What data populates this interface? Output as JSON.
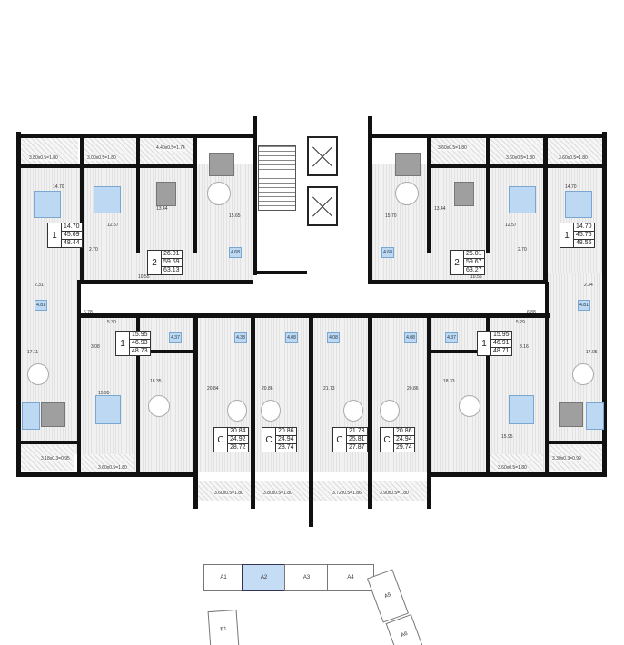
{
  "apartments": [
    {
      "id": "top-left-1",
      "rooms": "1",
      "values": [
        "14.70",
        "45.69",
        "48.44"
      ]
    },
    {
      "id": "top-2-left",
      "rooms": "2",
      "values": [
        "26.01",
        "59.59",
        "63.13"
      ]
    },
    {
      "id": "top-2-right",
      "rooms": "2",
      "values": [
        "26.01",
        "59.67",
        "63.27"
      ]
    },
    {
      "id": "top-right-1",
      "rooms": "1",
      "values": [
        "14.70",
        "45.76",
        "48.55"
      ]
    },
    {
      "id": "bottom-left-1",
      "rooms": "1",
      "values": [
        "15.95",
        "46.93",
        "48.73"
      ]
    },
    {
      "id": "studio-1",
      "rooms": "C",
      "values": [
        "20.84",
        "24.92",
        "28.72"
      ]
    },
    {
      "id": "studio-2",
      "rooms": "C",
      "values": [
        "20.86",
        "24.94",
        "28.74"
      ]
    },
    {
      "id": "studio-3",
      "rooms": "C",
      "values": [
        "21.73",
        "25.81",
        "27.87"
      ]
    },
    {
      "id": "studio-4",
      "rooms": "C",
      "values": [
        "20.86",
        "24.94",
        "29.74"
      ]
    },
    {
      "id": "bottom-right-1",
      "rooms": "1",
      "values": [
        "15.95",
        "46.91",
        "48.71"
      ]
    }
  ],
  "rooms": [
    "14.70",
    "12.57",
    "13.44",
    "15.65",
    "2.70",
    "10.55",
    "15.70",
    "13.44",
    "12.57",
    "2.70",
    "10.55",
    "14.70",
    "2.31",
    "2.34",
    "6.78",
    "6.88",
    "17.11",
    "17.05",
    "5.30",
    "3.08",
    "15.95",
    "18.35",
    "20.84",
    "20.86",
    "21.73",
    "20.86",
    "18.33",
    "15.95",
    "3.16",
    "5.29"
  ],
  "baths": [
    "4.68",
    "4.68",
    "4.81",
    "4.81",
    "4.37",
    "4.38",
    "4.08",
    "4.08",
    "4.08",
    "4.37"
  ],
  "balconies": [
    "3.80x0.5=1.80",
    "3.00x0.5=1.80",
    "4.40x0.5=1.74",
    "3.60x0.5=1.80",
    "3.60x0.5=1.80",
    "3.60x0.5=1.80",
    "3.18x0.3=0.95",
    "3.60x0.5=1.80",
    "3.60x0.5=1.80",
    "3.80x0.5=1.80",
    "3.72x0.5=1.86",
    "3.90x0.5=1.80",
    "3.60x0.5=1.80",
    "3.30x0.3=0.99"
  ],
  "key_map": {
    "sections": [
      "A1",
      "A2",
      "A3",
      "A4",
      "A5",
      "A6",
      "Б1"
    ],
    "selected": "A2",
    "highlight_color": "#c5dcf5"
  }
}
